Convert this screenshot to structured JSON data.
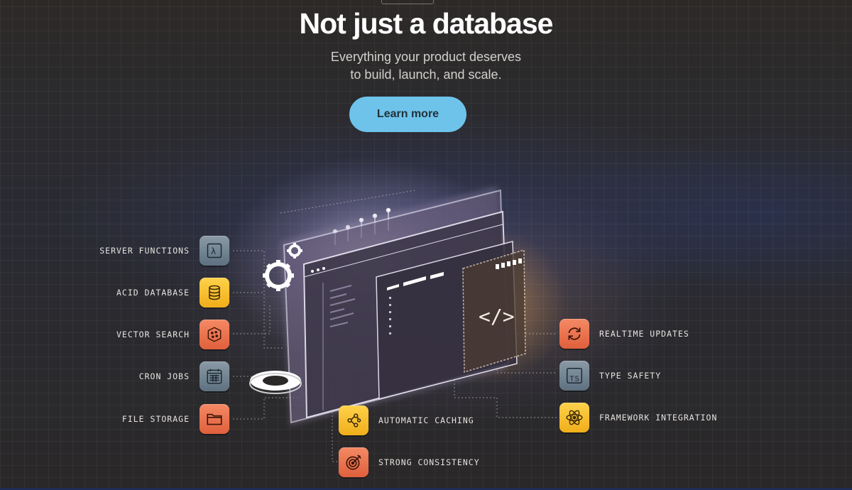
{
  "hero": {
    "title": "Not just a database",
    "subtitle_line1": "Everything your product deserves",
    "subtitle_line2": "to build, launch, and scale.",
    "cta_label": "Learn more"
  },
  "colors": {
    "cta": "#6ec3ea",
    "tile_slate": "#6f808d",
    "tile_yellow": "#f6bd2c",
    "tile_orange": "#ea6e48",
    "background": "#2b2828"
  },
  "features_left": [
    {
      "label": "SERVER FUNCTIONS",
      "icon": "lambda-icon",
      "color": "slate"
    },
    {
      "label": "ACID DATABASE",
      "icon": "database-icon",
      "color": "yellow"
    },
    {
      "label": "VECTOR SEARCH",
      "icon": "vector-cube-icon",
      "color": "orange"
    },
    {
      "label": "CRON JOBS",
      "icon": "calendar-icon",
      "color": "slate"
    },
    {
      "label": "FILE STORAGE",
      "icon": "folder-icon",
      "color": "orange"
    }
  ],
  "features_bottom": [
    {
      "label": "AUTOMATIC CACHING",
      "icon": "graph-nodes-icon",
      "color": "yellow"
    },
    {
      "label": "STRONG CONSISTENCY",
      "icon": "target-icon",
      "color": "orange"
    }
  ],
  "features_right": [
    {
      "label": "REALTIME UPDATES",
      "icon": "refresh-icon",
      "color": "orange"
    },
    {
      "label": "TYPE SAFETY",
      "icon": "typescript-icon",
      "icon_text": "TS",
      "color": "slate"
    },
    {
      "label": "FRAMEWORK INTEGRATION",
      "icon": "react-atom-icon",
      "color": "yellow"
    }
  ],
  "illustration": {
    "code_glyph": "</>"
  }
}
